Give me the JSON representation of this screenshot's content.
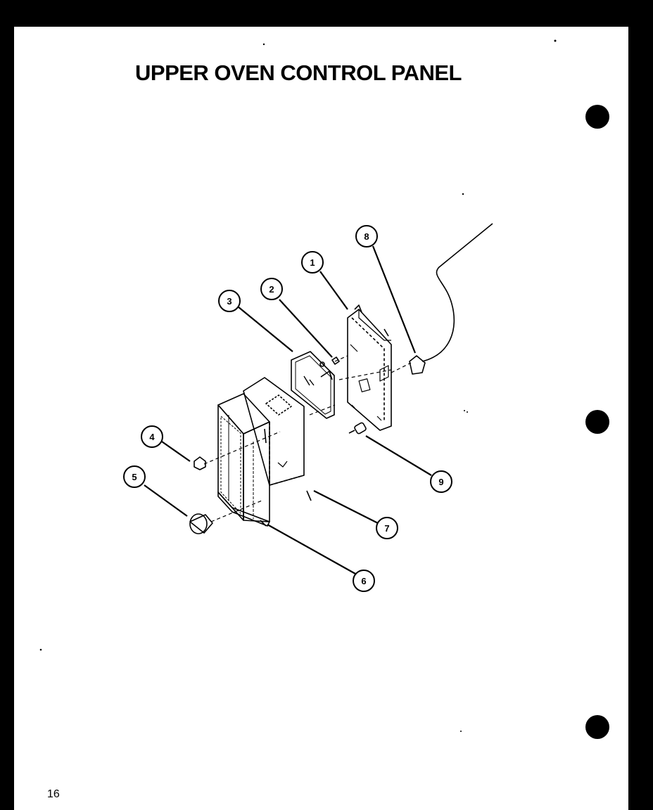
{
  "title": "UPPER OVEN CONTROL PANEL",
  "page_number": "16",
  "callouts": [
    "1",
    "2",
    "3",
    "4",
    "5",
    "6",
    "7",
    "8",
    "9"
  ]
}
